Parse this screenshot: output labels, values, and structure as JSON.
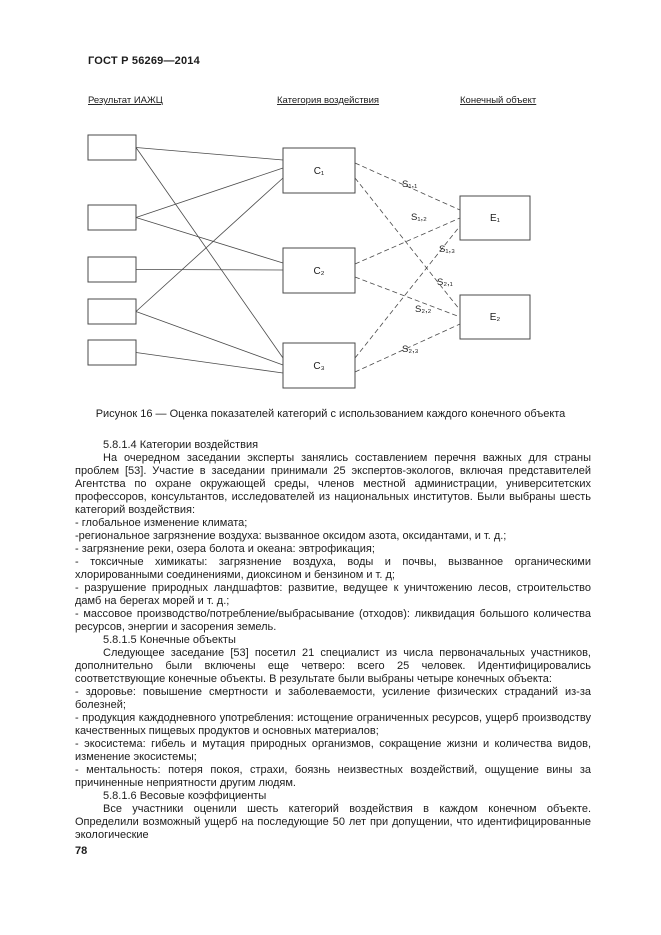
{
  "page": {
    "header": "ГОСТ Р 56269—2014",
    "page_number": "78"
  },
  "diagram": {
    "columns": [
      "Результат ИАЖЦ",
      "Категория воздействия",
      "Конечный объект"
    ],
    "category_boxes": [
      "C₁",
      "C₂",
      "C₃"
    ],
    "endpoint_boxes": [
      "E₁",
      "E₂"
    ],
    "s_labels": [
      "S₁,₁",
      "S₁,₂",
      "S₁,₃",
      "S₂,₁",
      "S₂,₂",
      "S₂,₃"
    ],
    "caption": "Рисунок 16 — Оценка показателей категорий с использованием каждого конечного объекта"
  },
  "content": {
    "blocks": [
      "5.8.1.4 Категории воздействия",
      "На очередном заседании эксперты занялись составлением перечня важных для страны проблем [53]. Участие в заседании принимали 25 экспертов-экологов, включая представителей Агентства по охране окружающей среды, членов местной администрации, университетских профессоров, консультантов, исследователей из национальных институтов. Были выбраны шесть категорий воздействия:",
      "- глобальное изменение климата;",
      "-региональное загрязнение воздуха: вызванное оксидом азота, оксидантами, и т. д.;",
      "- загрязнение реки, озера болота и океана: эвтрофикация;",
      "- токсичные химикаты: загрязнение воздуха, воды и почвы, вызванное органическими хлорированными соединениями, диоксином и бензином и т. д;",
      "- разрушение природных ландшафтов: развитие, ведущее к уничтожению лесов, строительство дамб на берегах морей и т. д.;",
      "- массовое производство/потребление/выбрасывание (отходов): ликвидация большого количества ресурсов, энергии и засорения земель.",
      "5.8.1.5 Конечные объекты",
      "Следующее заседание [53] посетил 21 специалист из числа первоначальных участников, дополнительно были включены еще четверо: всего 25 человек. Идентифицировались соответствующие конечные объекты. В результате были выбраны четыре конечных объекта:",
      "- здоровье: повышение смертности и заболеваемости, усиление физических страданий из-за болезней;",
      "- продукция каждодневного употребления: истощение ограниченных ресурсов, ущерб производству качественных пищевых продуктов и основных материалов;",
      "- экосистема: гибель и мутация природных организмов, сокращение жизни и количества видов, изменение экосистемы;",
      "- ментальность: потеря покоя, страхи, боязнь неизвестных воздействий, ощущение вины за причиненные неприятности другим людям.",
      "5.8.1.6 Весовые коэффициенты",
      "Все участники оценили шесть категорий воздействия в каждом конечном объекте. Определили возможный ущерб на последующие 50 лет при допущении, что идентифицированные экологические"
    ]
  }
}
